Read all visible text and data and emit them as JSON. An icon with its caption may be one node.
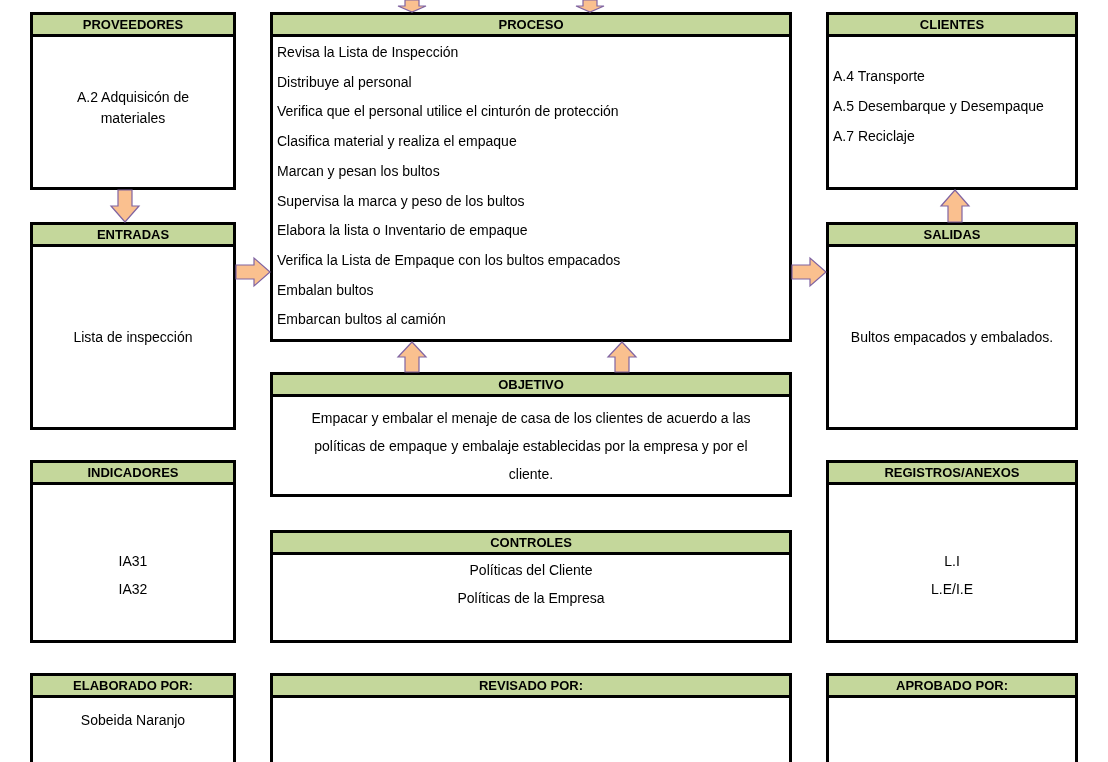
{
  "diagram": {
    "nodes": [
      {
        "text": [
          "PROVEEDORES",
          "A.2 Adquisicón de materiales"
        ]
      },
      {
        "text": [
          "PROCESO",
          "Revisa la Lista de Inspección",
          "Distribuye al personal",
          "Verifica que el personal utilice el cinturón de protección",
          "Clasifica material y realiza el empaque",
          "Marcan y pesan los bultos",
          "Supervisa la marca y peso de los bultos",
          "Elabora la lista o Inventario de empaque",
          "Verifica la Lista de Empaque con los bultos empacados",
          "Embalan bultos",
          "Embarcan bultos al camión"
        ]
      },
      {
        "text": [
          "CLIENTES",
          "A.4 Transporte",
          "A.5 Desembarque y Desempaque",
          "A.7 Reciclaje"
        ]
      },
      {
        "text": [
          "ENTRADAS",
          "Lista de inspección"
        ]
      },
      {
        "text": [
          "SALIDAS",
          "Bultos empacados y embalados."
        ]
      },
      {
        "text": [
          "OBJETIVO",
          "Empacar  y embalar el menaje de casa de los clientes de acuerdo a las políticas de empaque y embalaje establecidas por la empresa y por el cliente."
        ]
      },
      {
        "text": [
          "INDICADORES",
          "IA31",
          "IA32"
        ]
      },
      {
        "text": [
          "REGISTROS/ANEXOS",
          "L.I",
          "L.E/I.E"
        ]
      },
      {
        "text": [
          "CONTROLES",
          "Políticas del Cliente",
          "Políticas de la Empresa"
        ]
      },
      {
        "text": [
          "ELABORADO POR:",
          "Sobeida Naranjo"
        ]
      },
      {
        "text": [
          "REVISADO POR:"
        ]
      },
      {
        "text": [
          "APROBADO POR:"
        ]
      }
    ],
    "edges": [
      {
        "from": null,
        "to": 1,
        "arrow": "to"
      },
      {
        "from": null,
        "to": 1,
        "arrow": "to"
      },
      {
        "from": 0,
        "to": 3,
        "arrow": "to"
      },
      {
        "from": 3,
        "to": 1,
        "arrow": "to"
      },
      {
        "from": 1,
        "to": 4,
        "arrow": "to"
      },
      {
        "from": 4,
        "to": 2,
        "arrow": "to"
      },
      {
        "from": 5,
        "to": 1,
        "arrow": "to"
      },
      {
        "from": 5,
        "to": 1,
        "arrow": "to"
      }
    ]
  }
}
